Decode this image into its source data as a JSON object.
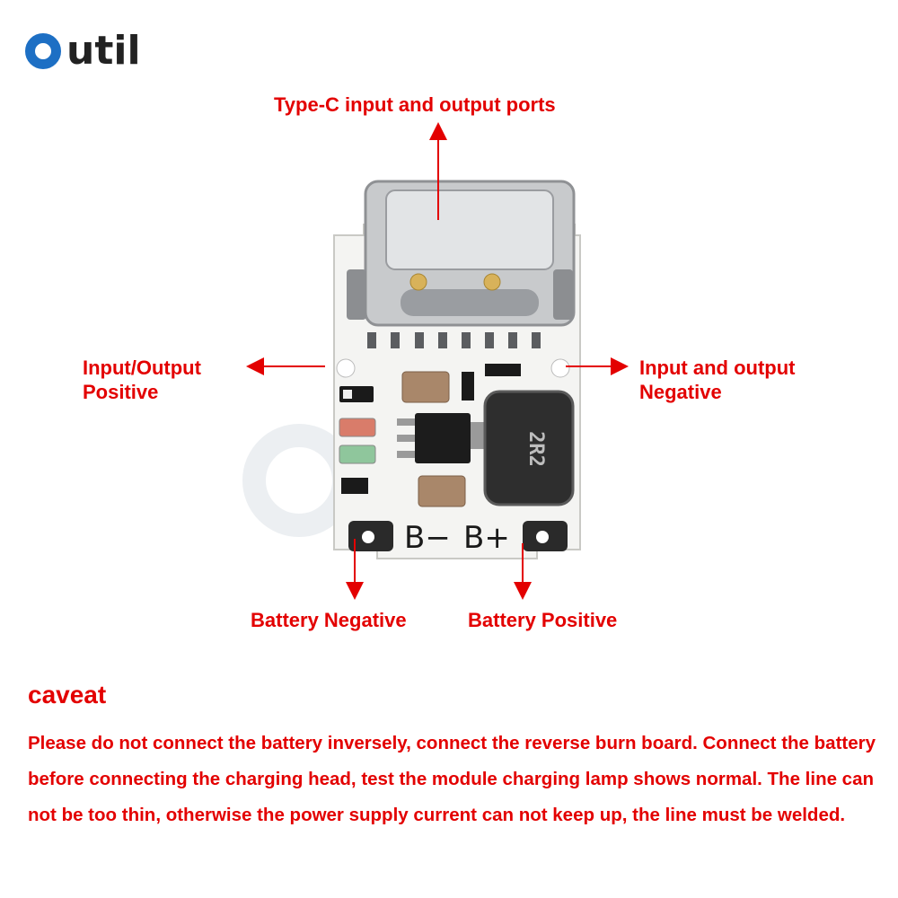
{
  "brand": {
    "name": "Outil",
    "letters_after_o": "util"
  },
  "labels": {
    "typec": "Type-C input and output ports",
    "io_pos_line1": "Input/Output",
    "io_pos_line2": "Positive",
    "io_neg_line1": "Input and output",
    "io_neg_line2": "Negative",
    "battery_negative": "Battery Negative",
    "battery_positive": "Battery Positive"
  },
  "board": {
    "silkscreen_bneg": "B−",
    "silkscreen_bpos": "B+",
    "inductor_marking": "2R2"
  },
  "caveat": {
    "title": "caveat",
    "body": "Please do not connect the battery inversely, connect the reverse burn board. Connect the battery before connecting the charging head, test the module charging lamp shows normal. The line can not be too thin, otherwise the power supply current can not keep up, the line must be welded."
  },
  "colors": {
    "accent_red": "#e30000",
    "brand_blue": "#1d6fc4",
    "pcb_white": "#f4f4f2"
  }
}
